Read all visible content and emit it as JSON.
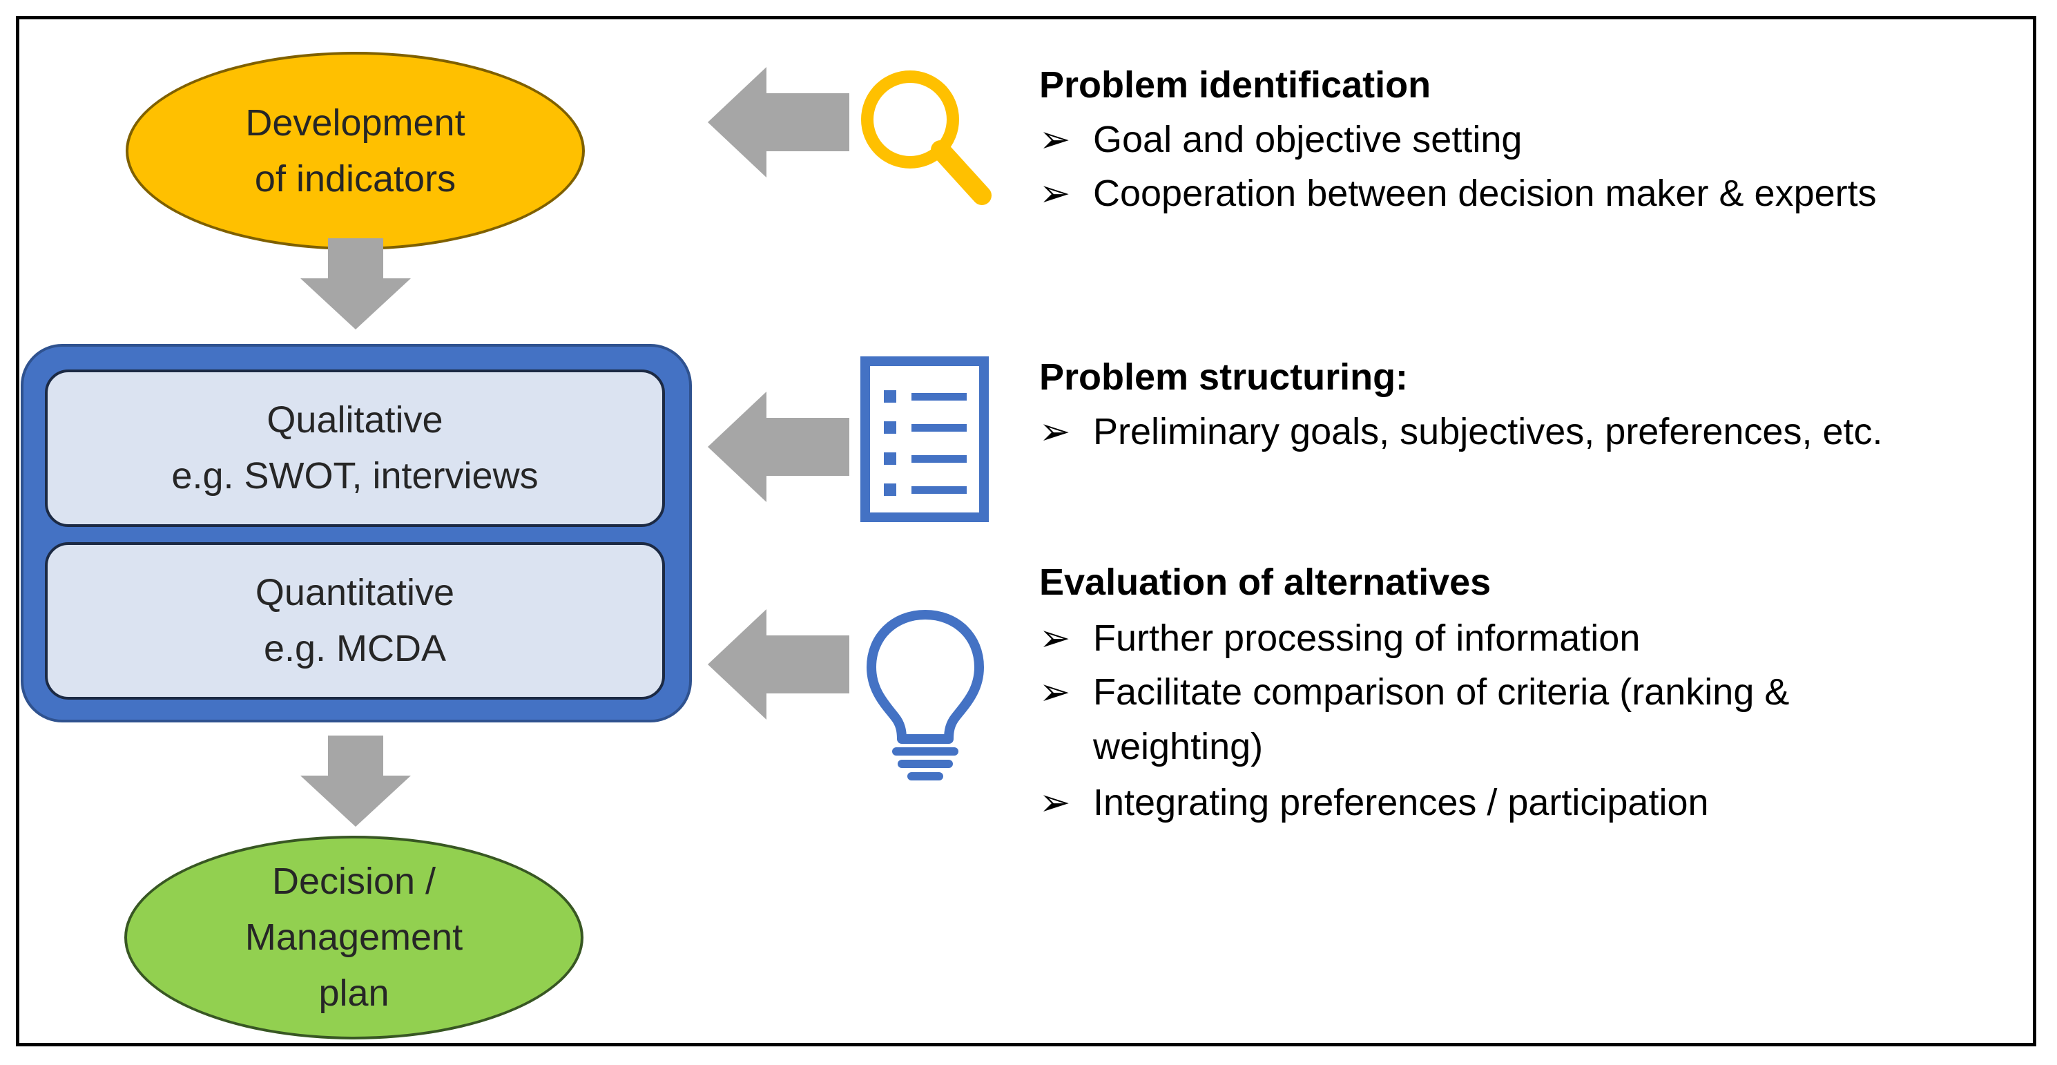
{
  "flow": {
    "start_node": {
      "lines": [
        "Development",
        "of indicators"
      ],
      "color": "#ffc000"
    },
    "methods": [
      {
        "lines": [
          "Qualitative",
          "e.g. SWOT, interviews"
        ]
      },
      {
        "lines": [
          "Quantitative",
          "e.g. MCDA"
        ]
      }
    ],
    "end_node": {
      "lines": [
        "Decision /",
        "Management",
        "plan"
      ],
      "color": "#92d050"
    },
    "container_color": "#4472c4",
    "arrow_color": "#a6a6a6"
  },
  "stages": [
    {
      "icon": "magnifier-icon",
      "icon_color": "#ffc000",
      "heading": "Problem identification",
      "bullets": [
        [
          "Goal and objective setting"
        ],
        [
          "Cooperation between decision maker & experts"
        ]
      ]
    },
    {
      "icon": "checklist-icon",
      "icon_color": "#4472c4",
      "heading": "Problem structuring:",
      "bullets": [
        [
          "Preliminary goals, subjectives, preferences,  etc."
        ]
      ]
    },
    {
      "icon": "lightbulb-icon",
      "icon_color": "#4472c4",
      "heading": "Evaluation of alternatives",
      "bullets": [
        [
          "Further processing of information"
        ],
        [
          "Facilitate comparison of criteria (ranking &",
          "weighting)"
        ],
        [
          "Integrating preferences / participation"
        ]
      ]
    }
  ],
  "bullet_mark": "➢"
}
